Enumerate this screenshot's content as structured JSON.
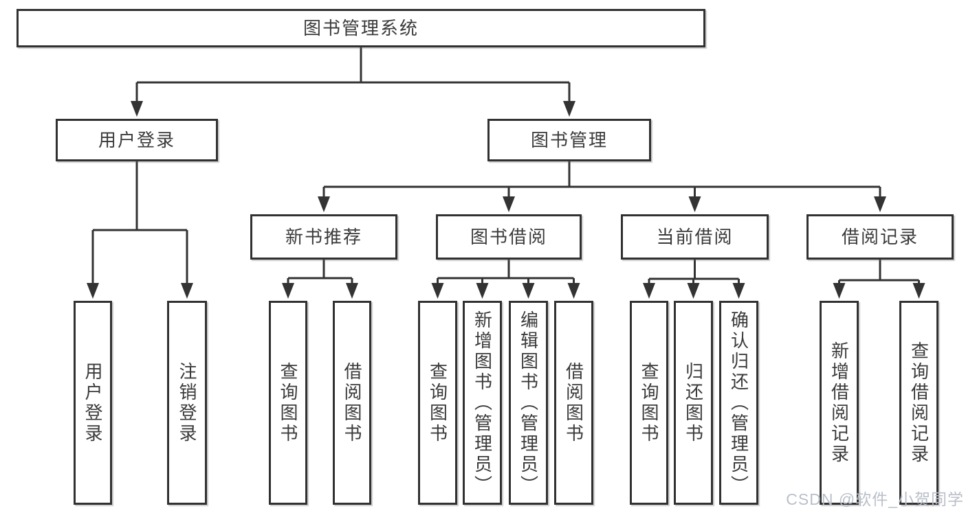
{
  "watermark": "CSDN @软件_小贺同学",
  "colors": {
    "line": "#333333",
    "box_border": "#313131",
    "text": "#3a3a3a",
    "background": "#ffffff",
    "watermark": "#b9bfc9"
  },
  "tree": {
    "id": "system",
    "label": "图书管理系统",
    "children": [
      {
        "id": "user-login",
        "label": "用户登录",
        "children": [
          {
            "id": "login",
            "label": "用户登录"
          },
          {
            "id": "logout",
            "label": "注销登录"
          }
        ]
      },
      {
        "id": "book-management",
        "label": "图书管理",
        "children": [
          {
            "id": "new-book-recommend",
            "label": "新书推荐",
            "children": [
              {
                "id": "nbr-query-books",
                "label": "查询图书"
              },
              {
                "id": "nbr-borrow-books",
                "label": "借阅图书"
              }
            ]
          },
          {
            "id": "book-borrowing",
            "label": "图书借阅",
            "children": [
              {
                "id": "bb-query-books",
                "label": "查询图书"
              },
              {
                "id": "bb-add-book-admin",
                "label": "新增图书（管理员）"
              },
              {
                "id": "bb-edit-book-admin",
                "label": "编辑图书（管理员）"
              },
              {
                "id": "bb-borrow-books",
                "label": "借阅图书"
              }
            ]
          },
          {
            "id": "current-borrowing",
            "label": "当前借阅",
            "children": [
              {
                "id": "cb-query-books",
                "label": "查询图书"
              },
              {
                "id": "cb-return-books",
                "label": "归还图书"
              },
              {
                "id": "cb-confirm-return-admin",
                "label": "确认归还（管理员）"
              }
            ]
          },
          {
            "id": "borrowing-records",
            "label": "借阅记录",
            "children": [
              {
                "id": "br-add-record",
                "label": "新增借阅记录"
              },
              {
                "id": "br-query-record",
                "label": "查询借阅记录"
              }
            ]
          }
        ]
      }
    ]
  }
}
